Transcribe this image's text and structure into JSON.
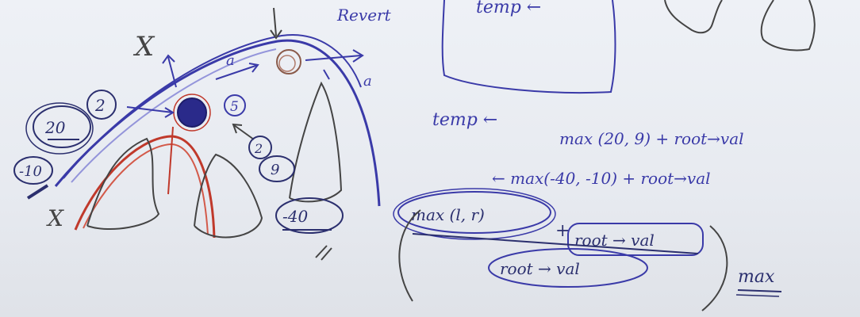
{
  "colors": {
    "board": "#eceff4",
    "ink_blue": "#3a3aa8",
    "ink_dark": "#2b2f6e",
    "ink_red": "#c0392b",
    "ink_black": "#444444",
    "node_fill": "#2a2a8a"
  },
  "tree": {
    "left_label": "20",
    "left_sub": "2",
    "far_left_label": "-10",
    "root_label": "5",
    "right_label": "9",
    "right_sub": "2",
    "far_right_label": "-40",
    "top_label": "Revert",
    "arrow_label_a": "a",
    "arrow_label_b": "a",
    "cross_top": "X",
    "cross_bottom": "X"
  },
  "notes": {
    "box_text": "temp ←",
    "line1_left": "temp ←",
    "line1_right": "max (20, 9) +  root→val",
    "line2": "← max(-40, -10) + root→val",
    "line3_a": "max (l, r)",
    "line3_plus": "+",
    "line3_b": "root → val",
    "line4": "root → val",
    "side": "max"
  }
}
